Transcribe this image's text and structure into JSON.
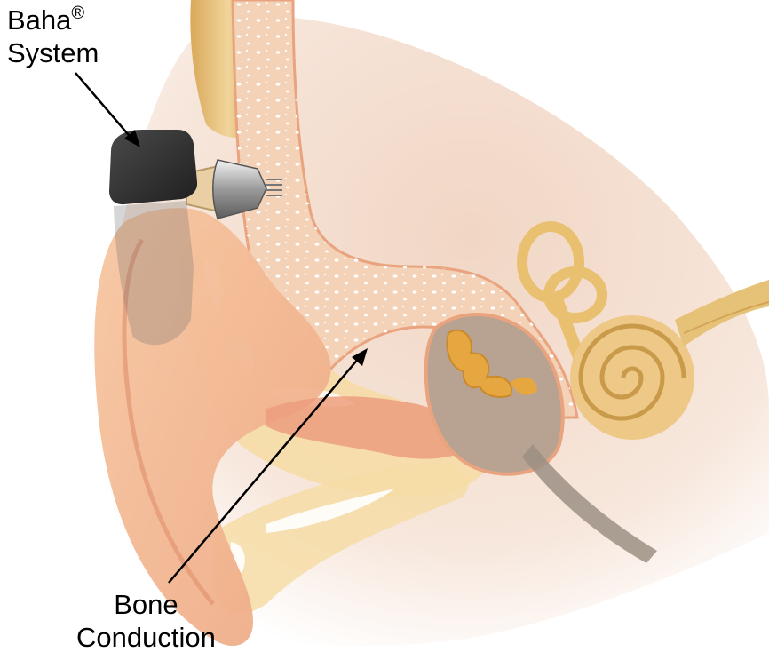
{
  "labels": {
    "baha": {
      "name": "Baha",
      "mark": "®",
      "line2": "System"
    },
    "bone": {
      "line1": "Bone",
      "line2": "Conduction"
    }
  },
  "colors": {
    "skin": "#f4c4a0",
    "skin_dark": "#e8a27c",
    "bone": "#f6dca6",
    "skull_tissue": "#f1d9c8",
    "device": "#2d2d2d",
    "cochlea": "#e8c070",
    "hair": "#e6c279",
    "middle_ear": "#b8a393",
    "arrow": "#000000"
  }
}
